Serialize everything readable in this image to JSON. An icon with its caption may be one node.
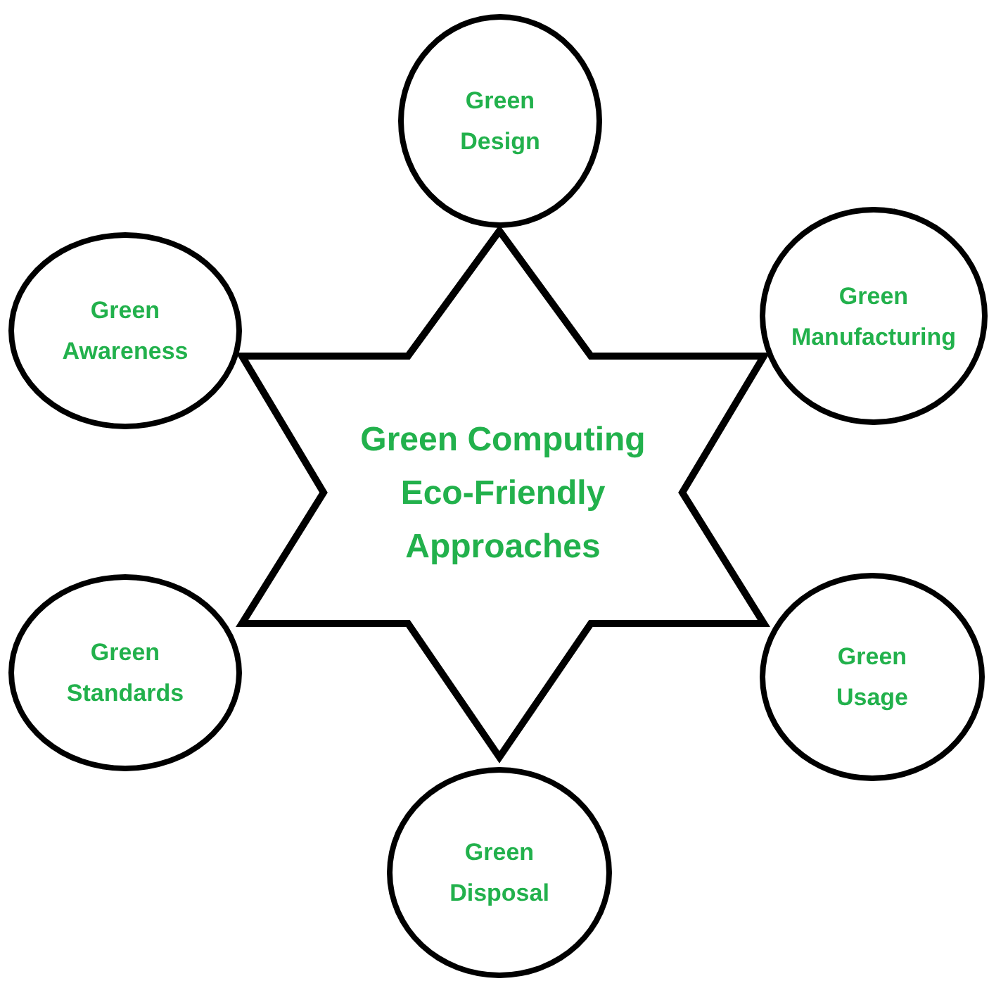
{
  "diagram": {
    "nodes": [
      {
        "text": [
          "Green Computing Eco-Friendly Approaches"
        ]
      },
      {
        "text": [
          "Green Design"
        ]
      },
      {
        "text": [
          "Green Awareness"
        ]
      },
      {
        "text": [
          "Green Manufacturing"
        ]
      },
      {
        "text": [
          "Green Standards"
        ]
      },
      {
        "text": [
          "Green Usage"
        ]
      },
      {
        "text": [
          "Green Disposal"
        ]
      }
    ]
  }
}
